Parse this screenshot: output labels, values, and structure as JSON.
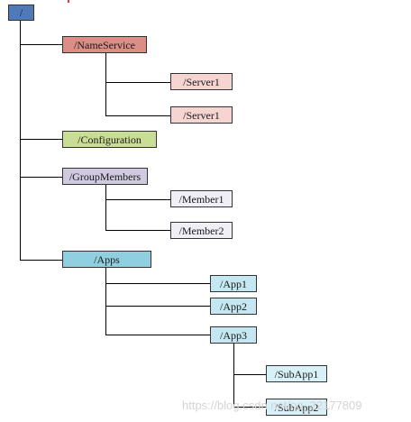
{
  "nodes": {
    "root": {
      "label": "/",
      "fill": "#4f79b7"
    },
    "name_service": {
      "label": "/NameService",
      "fill": "#dc8d86"
    },
    "server_a": {
      "label": "/Server1",
      "fill": "#f6d4d2"
    },
    "server_b": {
      "label": "/Server1",
      "fill": "#f6d4d2"
    },
    "configuration": {
      "label": "/Configuration",
      "fill": "#c9de94"
    },
    "group_members": {
      "label": "/GroupMembers",
      "fill": "#cfcae0"
    },
    "member1": {
      "label": "/Member1",
      "fill": "#f0eef7"
    },
    "member2": {
      "label": "/Member2",
      "fill": "#f0eef7"
    },
    "apps": {
      "label": "/Apps",
      "fill": "#8fcfdf"
    },
    "app1": {
      "label": "/App1",
      "fill": "#c4e7f2"
    },
    "app2": {
      "label": "/App2",
      "fill": "#c4e7f2"
    },
    "app3": {
      "label": "/App3",
      "fill": "#c4e7f2"
    },
    "subapp1": {
      "label": "/SubApp1",
      "fill": "#d8f1f8"
    },
    "subapp2": {
      "label": "/SubApp2",
      "fill": "#d8f1f8"
    }
  },
  "watermark": {
    "text": "https://blog.csdn.net/qq_22177809"
  },
  "colors": {
    "line": "#000000",
    "border": "#333333",
    "accent_mark": "#e23b3b"
  }
}
